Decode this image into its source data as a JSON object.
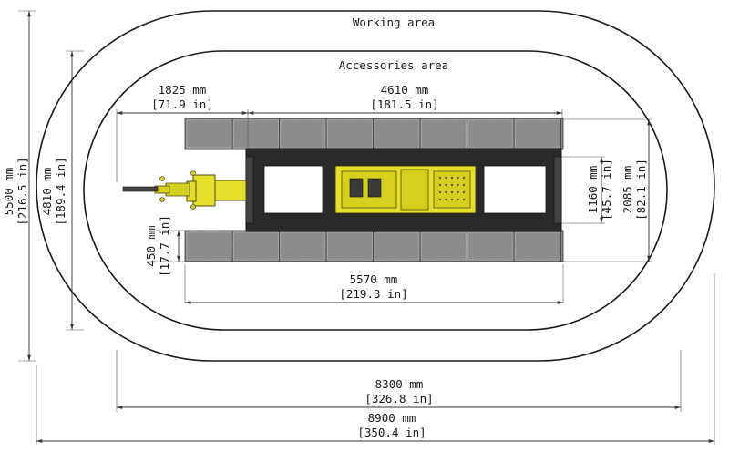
{
  "areas": {
    "working": "Working area",
    "accessories": "Accessories area"
  },
  "dimensions": {
    "d1825": {
      "mm": "1825 mm",
      "in": "[71.9 in]"
    },
    "d4610": {
      "mm": "4610 mm",
      "in": "[181.5 in]"
    },
    "d5570": {
      "mm": "5570 mm",
      "in": "[219.3 in]"
    },
    "d8300": {
      "mm": "8300 mm",
      "in": "[326.8 in]"
    },
    "d8900": {
      "mm": "8900 mm",
      "in": "[350.4 in]"
    },
    "d5500": {
      "mm": "5500 mm",
      "in": "[216.5 in]"
    },
    "d4810": {
      "mm": "4810 mm",
      "in": "[189.4 in]"
    },
    "d450": {
      "mm": "450 mm",
      "in": "[17.7 in]"
    },
    "d1160": {
      "mm": "1160 mm",
      "in": "[45.7 in]"
    },
    "d2085": {
      "mm": "2085 mm",
      "in": "[82.1 in]"
    }
  },
  "colors": {
    "machine": "#e6df2a",
    "tracks": "#8c8c8c",
    "frame": "#2a2a2a",
    "lines": "#1a1a1a"
  }
}
